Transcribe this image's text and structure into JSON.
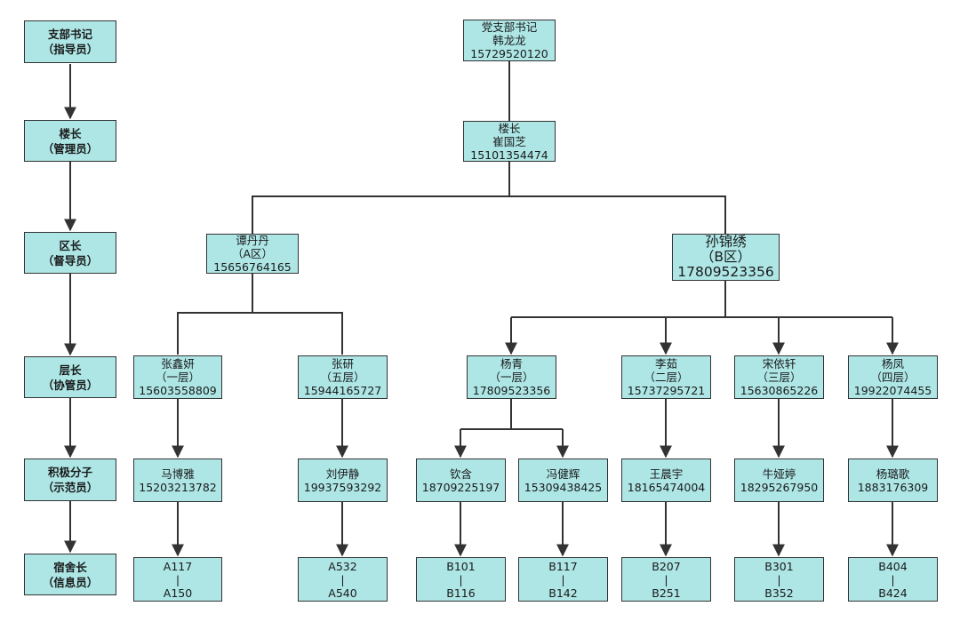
{
  "roles": [
    {
      "line1": "支部书记",
      "line2": "（指导员）"
    },
    {
      "line1": "楼长",
      "line2": "（管理员）"
    },
    {
      "line1": "区长",
      "line2": "（督导员）"
    },
    {
      "line1": "层长",
      "line2": "（协管员）"
    },
    {
      "line1": "积极分子",
      "line2": "（示范员）"
    },
    {
      "line1": "宿舍长",
      "line2": "（信息员）"
    }
  ],
  "secretary": {
    "title": "党支部书记",
    "name": "韩龙龙",
    "phone": "15729520120"
  },
  "building_head": {
    "title": "楼长",
    "name": "崔国芝",
    "phone": "15101354474"
  },
  "area_a": {
    "name": "谭丹丹",
    "area": "（A区）",
    "phone": "15656764165"
  },
  "area_b": {
    "name": "孙锦绣",
    "area": "（B区）",
    "phone": "17809523356"
  },
  "floor_leads": [
    {
      "name": "张鑫妍",
      "floor": "（一层）",
      "phone": "15603558809"
    },
    {
      "name": "张研",
      "floor": "（五层）",
      "phone": "15944165727"
    },
    {
      "name": "杨青",
      "floor": "（一层）",
      "phone": "17809523356"
    },
    {
      "name": "李茹",
      "floor": "（二层）",
      "phone": "15737295721"
    },
    {
      "name": "宋依轩",
      "floor": "（三层）",
      "phone": "15630865226"
    },
    {
      "name": "杨凤",
      "floor": "（四层）",
      "phone": "19922074455"
    }
  ],
  "activists": [
    {
      "name": "马博雅",
      "phone": "15203213782"
    },
    {
      "name": "刘伊静",
      "phone": "19937593292"
    },
    {
      "name": "钦含",
      "phone": "18709225197"
    },
    {
      "name": "冯健辉",
      "phone": "15309438425"
    },
    {
      "name": "王晨宇",
      "phone": "18165474004"
    },
    {
      "name": "牛娅婷",
      "phone": "18295267950"
    },
    {
      "name": "杨璐歌",
      "phone": "1883176309"
    }
  ],
  "rooms": [
    {
      "from": "A117",
      "sep": "|",
      "to": "A150"
    },
    {
      "from": "A532",
      "sep": "|",
      "to": "A540"
    },
    {
      "from": "B101",
      "sep": "|",
      "to": "B116"
    },
    {
      "from": "B117",
      "sep": "|",
      "to": "B142"
    },
    {
      "from": "B207",
      "sep": "|",
      "to": "B251"
    },
    {
      "from": "B301",
      "sep": "|",
      "to": "B352"
    },
    {
      "from": "B404",
      "sep": "|",
      "to": "B424"
    }
  ],
  "colors": {
    "box_fill": "#aee6e6",
    "line": "#222222"
  }
}
